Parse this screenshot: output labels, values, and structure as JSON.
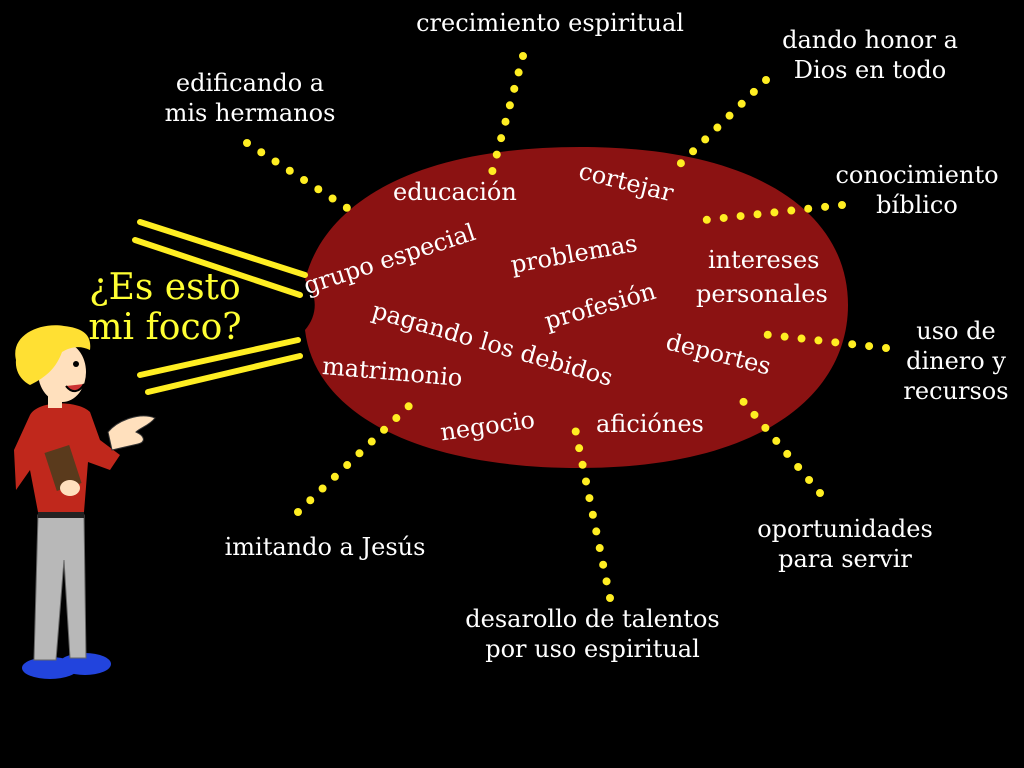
{
  "question": {
    "line1": "¿Es esto",
    "line2": "mi foco?"
  },
  "ellipse_items": {
    "educacion": "educación",
    "cortejar": "cortejar",
    "grupo_especial": "grupo especial",
    "problemas": "problemas",
    "intereses_1": "intereses",
    "intereses_2": "personales",
    "profesion": "profesión",
    "pagando": "pagando los debidos",
    "deportes": "deportes",
    "matrimonio": "matrimonio",
    "negocio": "negocio",
    "aficiones": "aficiónes"
  },
  "outer_labels": {
    "crecimiento": "crecimiento espiritual",
    "dando_1": "dando honor a",
    "dando_2": "Dios en todo",
    "edificando_1": "edificando a",
    "edificando_2": "mis hermanos",
    "conocimiento_1": "conocimiento",
    "conocimiento_2": "bíblico",
    "uso_1": "uso de",
    "uso_2": "dinero y",
    "uso_3": "recursos",
    "oportunidades_1": "oportunidades",
    "oportunidades_2": "para servir",
    "talentos_1": "desarollo de talentos",
    "talentos_2": "por uso espiritual",
    "imitando": "imitando a Jesús"
  },
  "colors": {
    "background": "#000000",
    "ellipse": "#8b1212",
    "dots": "#ffee22",
    "question": "#ffff33",
    "text": "#ffffff"
  }
}
